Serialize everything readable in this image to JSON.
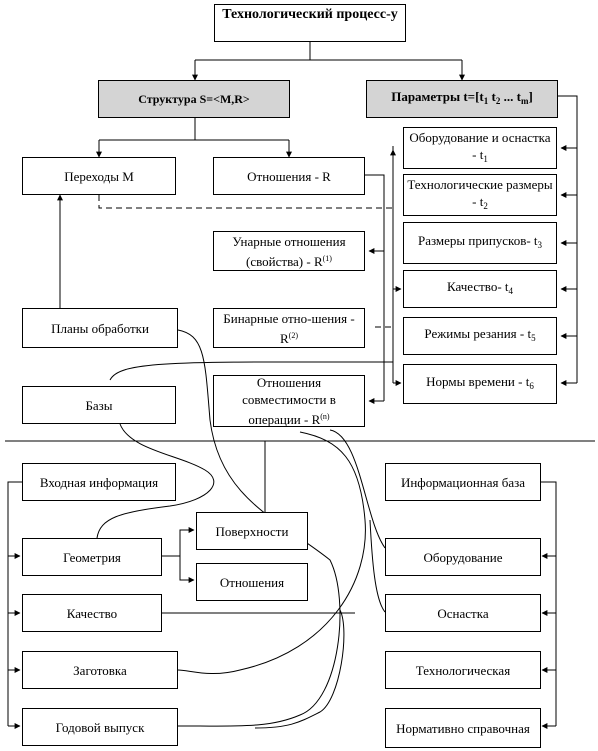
{
  "title": "Технологический процесс-у",
  "structure": "Структура S=<M,R>",
  "parameters": "Параметры t=[t1 t2 ... tm]",
  "transitions": "Переходы М",
  "relations": "Отношения - R",
  "unary": "Унарные отношения (свойства) - R(1)",
  "binary": "Бинарные отно-шения - R(2)",
  "compat": "Отношения совместимости в операции - R(n)",
  "plans": "Планы обработки",
  "bases": "Базы",
  "params": [
    "Оборудование и оснастка - t1",
    "Технологические размеры - t2",
    "Размеры припусков- t3",
    "Качество- t4",
    "Режимы резания - t5",
    "Нормы времени - t6"
  ],
  "input_info": "Входная информация",
  "input_items": [
    "Геометрия",
    "Качество",
    "Заготовка",
    "Годовой выпуск"
  ],
  "geometry_sub": [
    "Поверхности",
    "Отношения"
  ],
  "info_base": "Информационная база",
  "base_items": [
    "Оборудование",
    "Оснастка",
    "Технологическая",
    "Нормативно справочная"
  ]
}
